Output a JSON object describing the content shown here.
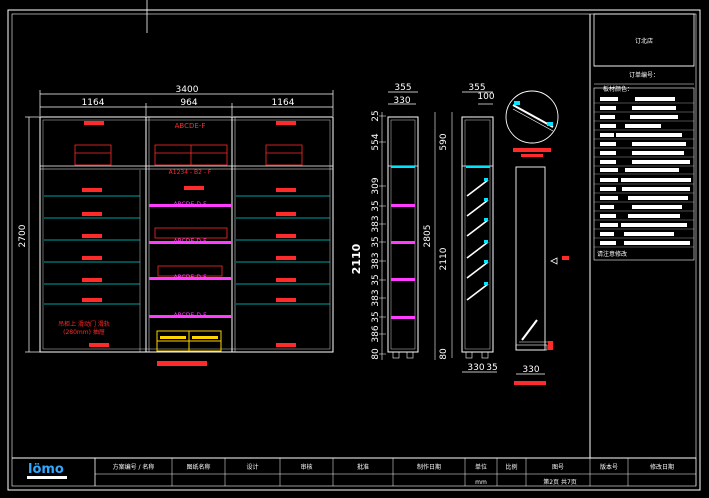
{
  "sheet": {
    "store_name": "订北店",
    "order_label": "订单编号：",
    "board_label": "板材颜色：",
    "bottom_left_note": "请注意修改"
  },
  "front": {
    "overall_width": "3400",
    "section_widths": [
      "1164",
      "964",
      "1164"
    ],
    "overall_height": "2700",
    "top_tag": "ABCDE-F",
    "drawer_note": "A1234 - B2 - F",
    "shelf_tag": "ABCDE-D-F",
    "left_note_line1": "吊柜上 滑动门 滑轨",
    "left_note_line2": "(280mm) 抽屉"
  },
  "side": {
    "outer_depth": "355",
    "inner_depth": "330",
    "heights": [
      "25",
      "554",
      "309",
      "35",
      "383",
      "35",
      "383",
      "35",
      "383",
      "35",
      "386",
      "80"
    ],
    "total_height": "2110"
  },
  "shoe": {
    "outer_depth": "355",
    "inner_depth": "100",
    "heights": [
      "590",
      "2110",
      "80"
    ],
    "total_height": "2805",
    "bottom_left": "330",
    "bottom_right": "35"
  },
  "detail": {
    "bottom_width": "330"
  },
  "title_block": {
    "columns": [
      "方案编号 / 名称",
      "图纸名称",
      "设计",
      "审核",
      "批准",
      "制作日期",
      "单位",
      "比例",
      "图号",
      "版本号",
      "修改日期"
    ],
    "unit_value": "mm",
    "page_value": "第2页 共7页"
  }
}
